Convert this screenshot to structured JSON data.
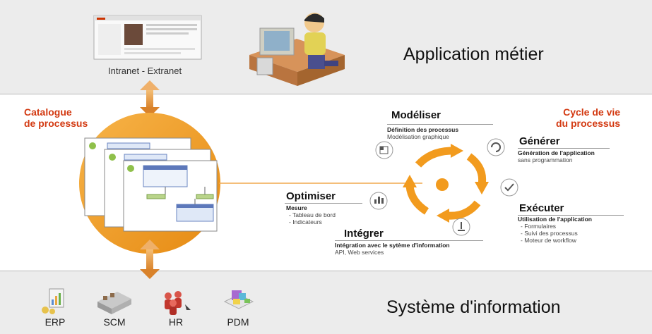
{
  "top": {
    "intranet_label": "Intranet - Extranet",
    "title": "Application métier"
  },
  "left": {
    "catalog_line1": "Catalogue",
    "catalog_line2": "de processus"
  },
  "right": {
    "cycle_line1": "Cycle de vie",
    "cycle_line2": "du processus"
  },
  "steps": {
    "modeliser": {
      "title": "Modéliser",
      "subtitle": "Définition des processus",
      "lines": [
        "Modélisation graphique"
      ]
    },
    "generer": {
      "title": "Générer",
      "subtitle": "Génération de l'application",
      "lines": [
        "sans programmation"
      ]
    },
    "executer": {
      "title": "Exécuter",
      "subtitle": "Utilisation de l'application",
      "lines": [
        "- Formulaires",
        "- Suivi des processus",
        "- Moteur de workflow"
      ]
    },
    "integrer": {
      "title": "Intégrer",
      "subtitle": "Intégration avec le sytème d'information",
      "lines": [
        "API, Web services"
      ]
    },
    "optimiser": {
      "title": "Optimiser",
      "subtitle": "Mesure",
      "lines": [
        "- Tableau de bord",
        "- Indicateurs"
      ]
    }
  },
  "bottom": {
    "title": "Système d'information",
    "systems": [
      "ERP",
      "SCM",
      "HR",
      "PDM"
    ]
  },
  "colors": {
    "orange": "#f29b1e",
    "accent_red": "#d33a12",
    "band_gray": "#ececec"
  },
  "icons": [
    "monitor-icon",
    "user-at-computer-icon",
    "double-arrow-icon",
    "process-document-icon",
    "cycle-arrow-icon",
    "erp-icon",
    "scm-icon",
    "hr-icon",
    "pdm-icon"
  ]
}
